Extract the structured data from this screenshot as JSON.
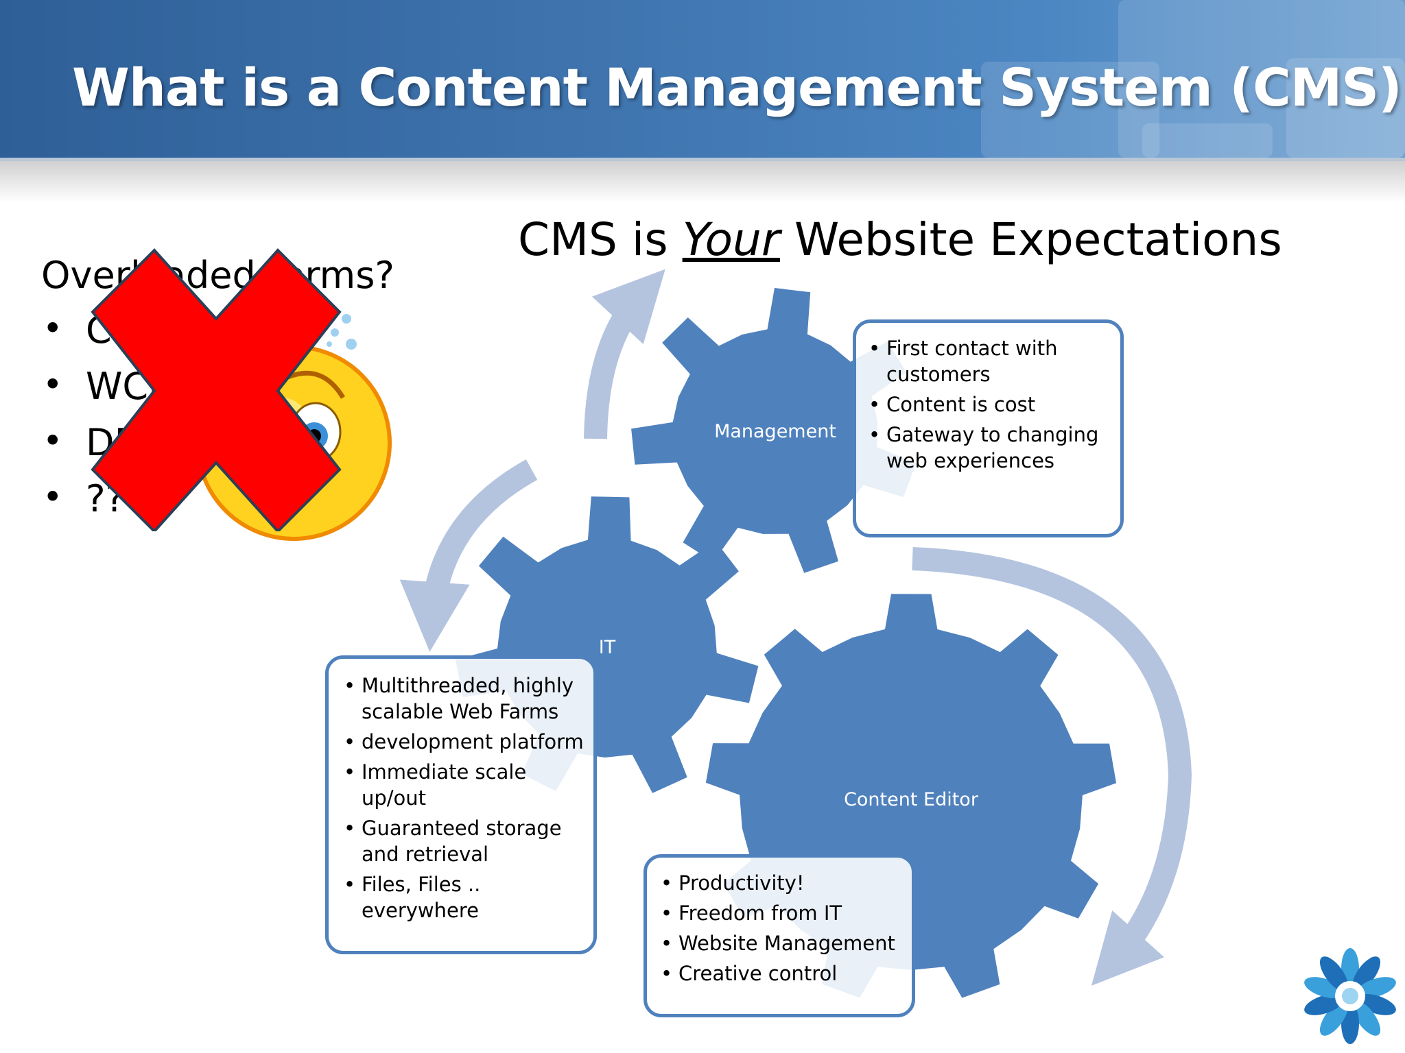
{
  "title": "What is a Content Management System (CMS)?",
  "left": {
    "heading": "Overloaded terms?",
    "items": [
      "CMS",
      "WCM",
      "DM",
      "??"
    ]
  },
  "diagram": {
    "title_prefix": "CMS is ",
    "title_emphasis": "Your",
    "title_suffix": " Website Expectations",
    "gears": [
      {
        "label": "Management",
        "bullets": [
          "First contact with customers",
          "Content is cost",
          "Gateway to changing web experiences"
        ]
      },
      {
        "label": "IT",
        "bullets": [
          "Multithreaded, highly scalable Web Farms",
          "development platform",
          "Immediate scale up/out",
          "Guaranteed storage and retrieval",
          "Files, Files .. everywhere"
        ]
      },
      {
        "label": "Content Editor",
        "bullets": [
          "Productivity!",
          "Freedom from IT",
          "Website Management",
          "Creative control"
        ]
      }
    ]
  },
  "colors": {
    "header": "#3e73ad",
    "gear": "#4f81bd",
    "arrow": "#b4c4df",
    "cross": "#ff0000",
    "smiley": "#ffd21f"
  },
  "icons": [
    "red-cross-icon",
    "angry-smiley-icon",
    "logo-icon"
  ]
}
